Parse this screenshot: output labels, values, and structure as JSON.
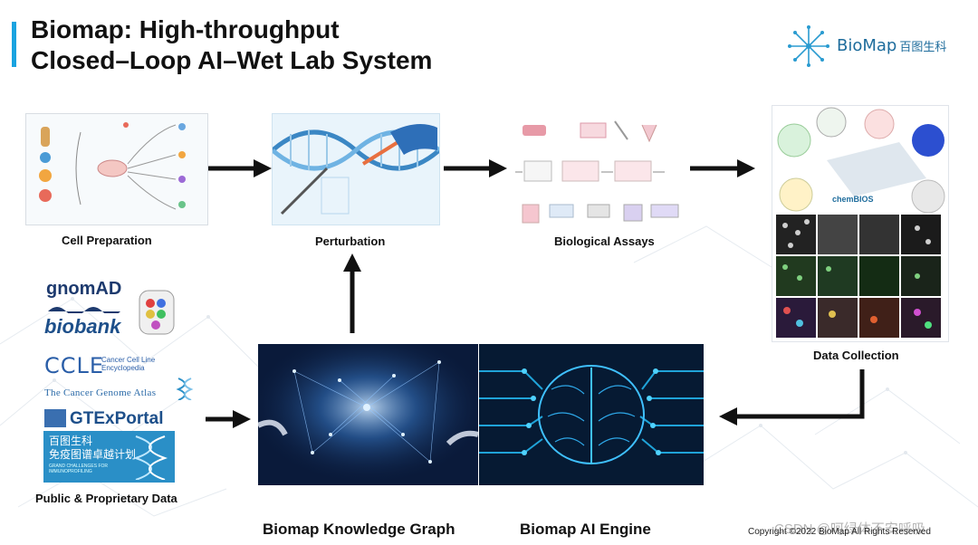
{
  "slide": {
    "title_line1": "Biomap: High-throughput",
    "title_line2": "Closed–Loop AI–Wet Lab System",
    "logo_text": "BioMap",
    "logo_cn": "百图生科",
    "accent_color": "#1aa3e0"
  },
  "stages": {
    "cell_preparation": "Cell Preparation",
    "perturbation": "Perturbation",
    "biological_assays": "Biological Assays",
    "data_collection": "Data Collection",
    "public_data": "Public & Proprietary Data",
    "knowledge_graph": "Biomap Knowledge Graph",
    "ai_engine": "Biomap AI Engine"
  },
  "data_sources": {
    "gnomad": "gnomAD",
    "biobank": "biobank",
    "ccle": "CCLE",
    "ccle_sub": "Cancer Cell Line Encyclopedia",
    "tcga": "The Cancer Genome Atlas",
    "gtex": "GTExPortal",
    "biomap_banner": "百图生科",
    "biomap_banner_2": "免疫图谱卓越计划",
    "biomap_banner_sub": "GRAND CHALLENGES FOR IMMUNOPROFILING"
  },
  "panel_labels": {
    "chembios": "chemBIOS"
  },
  "footer": {
    "copyright": "Copyright ©2022 BioMap All Rights Reserved",
    "watermark": "CSDN @呵绿体不安呼吸"
  }
}
